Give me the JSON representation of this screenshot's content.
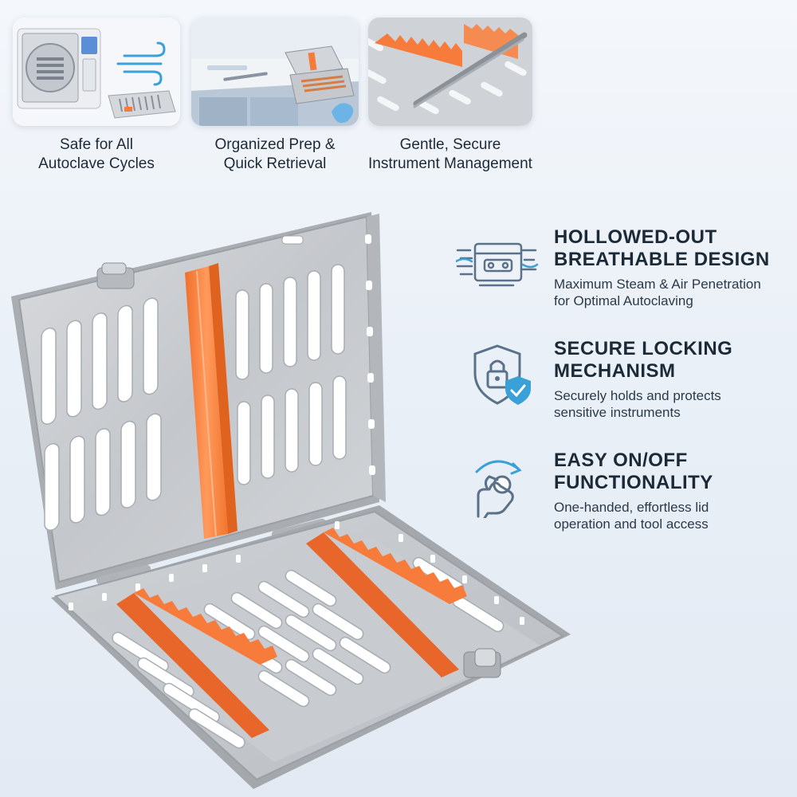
{
  "top_row": [
    {
      "icon": "autoclave-icon",
      "caption": [
        "Safe for All",
        "Autoclave Cycles"
      ]
    },
    {
      "icon": "prep-tray-icon",
      "caption": [
        "Organized Prep &",
        "Quick Retrieval"
      ]
    },
    {
      "icon": "tweezers-icon",
      "caption": [
        "Gentle, Secure",
        "Instrument Management"
      ]
    }
  ],
  "features": [
    {
      "icon": "breathable-icon",
      "title": [
        "HOLLOWED-OUT",
        "BREATHABLE DESIGN"
      ],
      "description": [
        "Maximum Steam & Air Penetration",
        "for Optimal Autoclaving"
      ]
    },
    {
      "icon": "lock-shield-icon",
      "title": [
        "SECURE LOCKING",
        "MECHANISM"
      ],
      "description": [
        "Securely holds and protects",
        "sensitive instruments"
      ]
    },
    {
      "icon": "hand-rotate-icon",
      "title": [
        "EASY ON/OFF",
        "FUNCTIONALITY"
      ],
      "description": [
        "One-handed, effortless lid",
        "operation and tool access"
      ]
    }
  ],
  "colors": {
    "accent_orange": "#f77b3a",
    "steel": "#c9ccd0",
    "icon_slate": "#5a7189",
    "background": "#eaf0f7"
  }
}
